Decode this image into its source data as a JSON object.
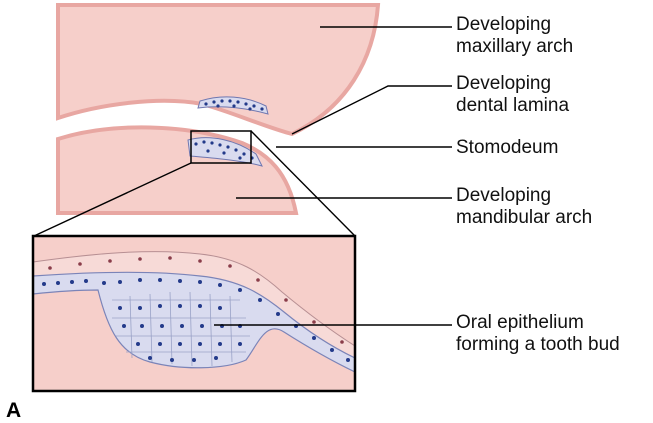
{
  "panel_label": "A",
  "labels": {
    "maxillary": [
      "Developing",
      "maxillary arch"
    ],
    "lamina": [
      "Developing",
      "dental lamina"
    ],
    "stomodeum": [
      "Stomodeum"
    ],
    "mandibular": [
      "Developing",
      "mandibular arch"
    ],
    "epithelium": [
      "Oral epithelium",
      "forming a tooth bud"
    ]
  },
  "colors": {
    "tissue": "#f6cfca",
    "tissue_edge": "#e8a7a2",
    "epithelium_cells": "#d9dbef",
    "cell_outline": "#9aa2c7",
    "nucleus": "#233a8a",
    "outer_cell_layer": "#f7dad7"
  }
}
